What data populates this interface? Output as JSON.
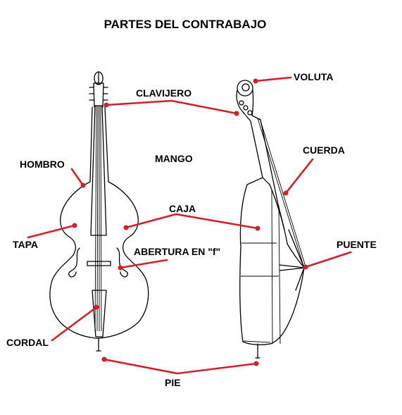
{
  "title": "PARTES DEL CONTRABAJO",
  "labels": {
    "voluta": "VOLUTA",
    "clavijero": "CLAVIJERO",
    "cuerda": "CUERDA",
    "hombro": "HOMBRO",
    "mango": "MANGO",
    "caja": "CAJA",
    "tapa": "TAPA",
    "abertura": "ABERTURA EN \"f\"",
    "puente": "PUENTE",
    "cordal": "CORDAL",
    "pie": "PIE"
  },
  "colors": {
    "leader": "#d0202a",
    "outline": "#000000",
    "background": "#ffffff"
  }
}
